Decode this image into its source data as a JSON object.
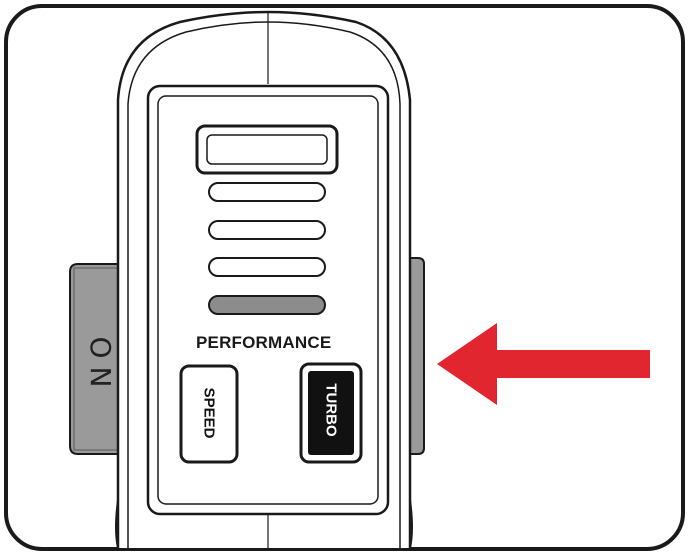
{
  "labels": {
    "performance": "PERFORMANCE",
    "on": "ON",
    "speed": "SPEED",
    "turbo": "TURBO"
  },
  "indicator": {
    "total_bars": 5,
    "lit_bars": 1
  },
  "colors": {
    "outline": "#1a1a1a",
    "side_tab": "#9a9a9a",
    "lit_bar": "#8c8c8c",
    "turbo_fill": "#111111",
    "arrow": "#e1262f",
    "background": "#ffffff"
  },
  "icons": {
    "pointer": "arrow-left-icon"
  }
}
